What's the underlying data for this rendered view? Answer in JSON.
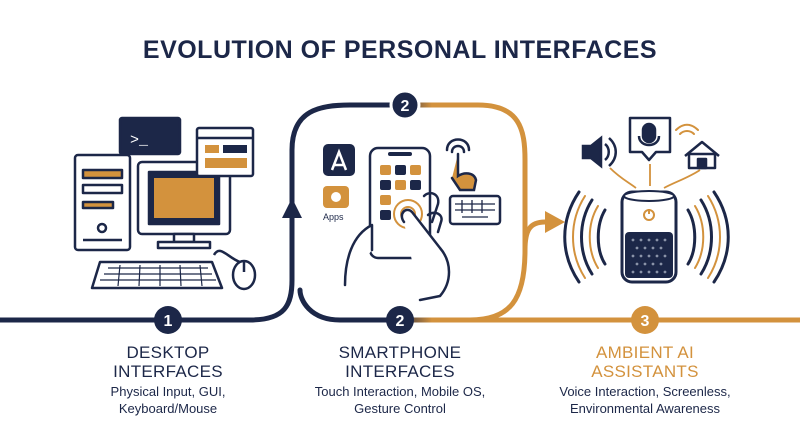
{
  "title": "EVOLUTION OF PERSONAL INTERFACES",
  "colors": {
    "navy": "#1c2748",
    "amber": "#d3923d",
    "white": "#ffffff"
  },
  "stages": [
    {
      "number": "1",
      "title_line1": "DESKTOP",
      "title_line2": "INTERFACES",
      "desc_line1": "Physical Input, GUI,",
      "desc_line2": "Keyboard/Mouse",
      "color": "#1c2748"
    },
    {
      "number": "2",
      "title_line1": "SMARTPHONE",
      "title_line2": "INTERFACES",
      "desc_line1": "Touch Interaction, Mobile OS,",
      "desc_line2": "Gesture Control",
      "color": "#1c2748"
    },
    {
      "number": "3",
      "title_line1": "AMBIENT AI",
      "title_line2": "ASSISTANTS",
      "desc_line1": "Voice Interaction, Screenless,",
      "desc_line2": "Environmental Awareness",
      "color": "#d3923d"
    }
  ],
  "top_badge_number": "2",
  "apps_label": "Apps",
  "terminal_prompt": ">_",
  "icons": [
    "desktop-computer-icon",
    "terminal-window-icon",
    "gui-window-icon",
    "keyboard-icon",
    "mouse-icon",
    "app-store-icon",
    "apps-icon",
    "smartphone-icon",
    "touch-hand-icon",
    "tap-gesture-icon",
    "onscreen-keyboard-icon",
    "speaker-icon",
    "microphone-icon",
    "wifi-signal-icon",
    "home-icon",
    "smart-speaker-icon"
  ]
}
